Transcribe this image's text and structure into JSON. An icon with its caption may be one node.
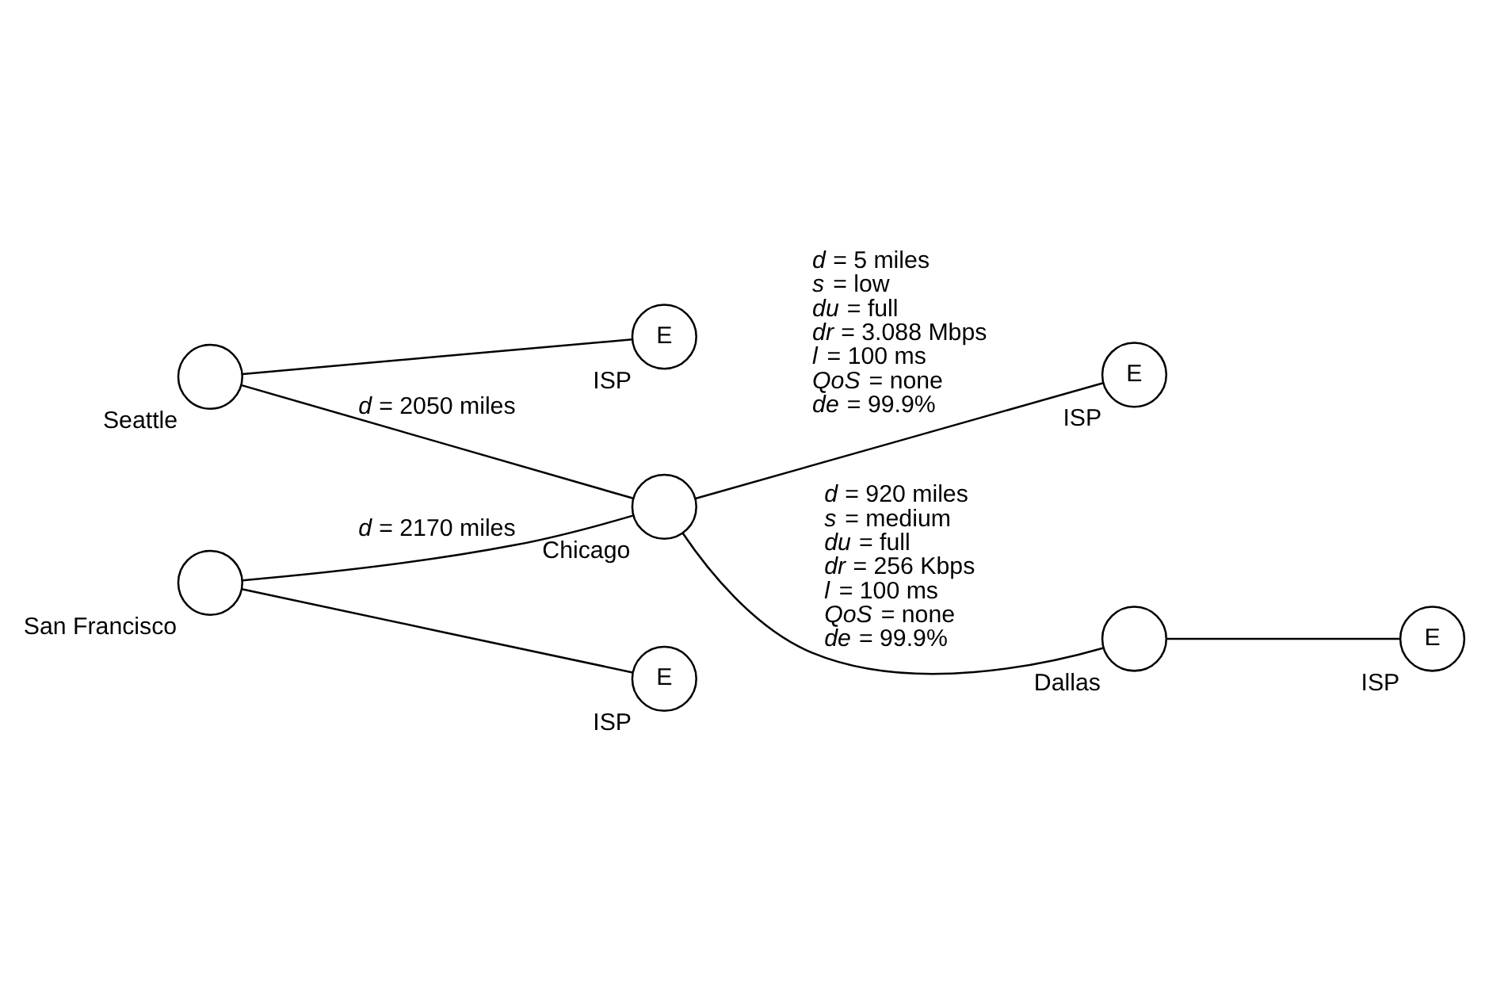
{
  "diagram": {
    "nodes": [
      {
        "text": [
          "Seattle"
        ]
      },
      {
        "text": [
          "E"
        ],
        "beside": [
          "ISP"
        ]
      },
      {
        "text": [
          "San Francisco"
        ]
      },
      {
        "text": [
          "E"
        ],
        "beside": [
          "ISP"
        ]
      },
      {
        "text": [
          "Chicago"
        ]
      },
      {
        "text": [
          "E"
        ],
        "beside": [
          "ISP"
        ]
      },
      {
        "text": [
          "Dallas"
        ]
      },
      {
        "text": [
          "E"
        ],
        "beside": [
          "ISP"
        ]
      }
    ],
    "edges": [
      {
        "from": 0,
        "to": 1,
        "arrow": "none"
      },
      {
        "from": 0,
        "to": 4,
        "arrow": "none",
        "label": "*d* = 2050 miles"
      },
      {
        "from": 2,
        "to": 4,
        "arrow": "none",
        "label": "*d* = 2170 miles"
      },
      {
        "from": 2,
        "to": 3,
        "arrow": "none"
      },
      {
        "from": 4,
        "to": 5,
        "arrow": "none",
        "label": "*d* = 5 miles *s* = low *du* = full *dr* = 3.088 Mbps *l* = 100 ms *QoS* = none *de* = 99.9%"
      },
      {
        "from": 4,
        "to": 6,
        "arrow": "none",
        "label": "*d* = 920 miles *s* = medium *du* = full *dr* = 256 Kbps *l* = 100 ms *QoS* = none *de* = 99.9%"
      },
      {
        "from": 6,
        "to": 7,
        "arrow": "none"
      }
    ]
  }
}
